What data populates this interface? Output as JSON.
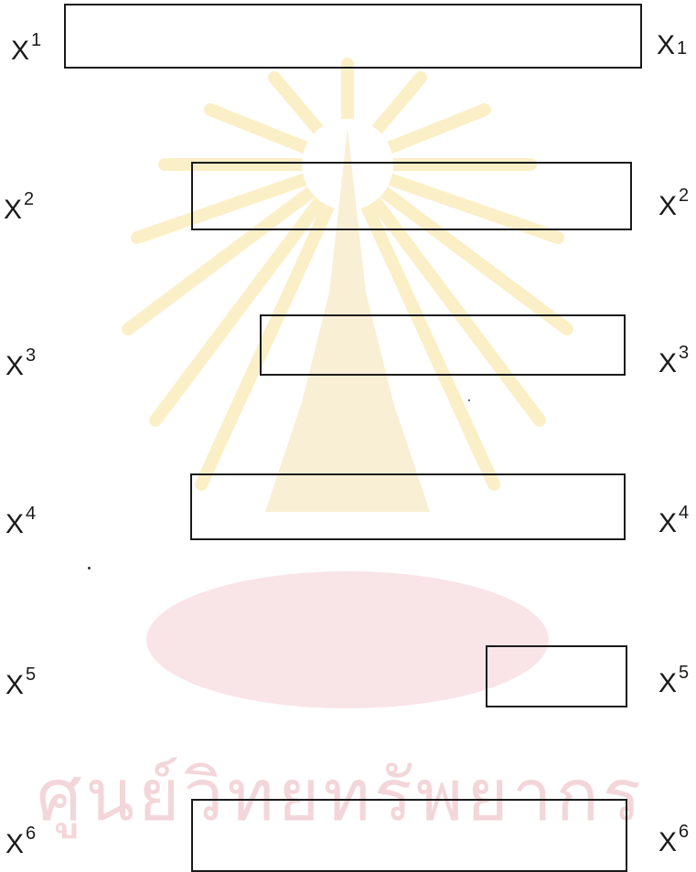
{
  "watermark": {
    "text": "ศูนย์วิทยทรัพยากร"
  },
  "rows": [
    {
      "left_base": "X",
      "left_exp": "1",
      "right_base": "X",
      "right_sub": "1"
    },
    {
      "left_base": "X",
      "left_exp": "2",
      "right_base": "X",
      "right_exp": "2"
    },
    {
      "left_base": "X",
      "left_exp": "3",
      "right_base": "X",
      "right_exp": "3"
    },
    {
      "left_base": "X",
      "left_exp": "4",
      "right_base": "X",
      "right_exp": "4"
    },
    {
      "left_base": "X",
      "left_exp": "5",
      "right_base": "X",
      "right_exp": "5"
    },
    {
      "left_base": "X",
      "left_exp": "6",
      "right_base": "X",
      "right_exp": "6"
    }
  ]
}
